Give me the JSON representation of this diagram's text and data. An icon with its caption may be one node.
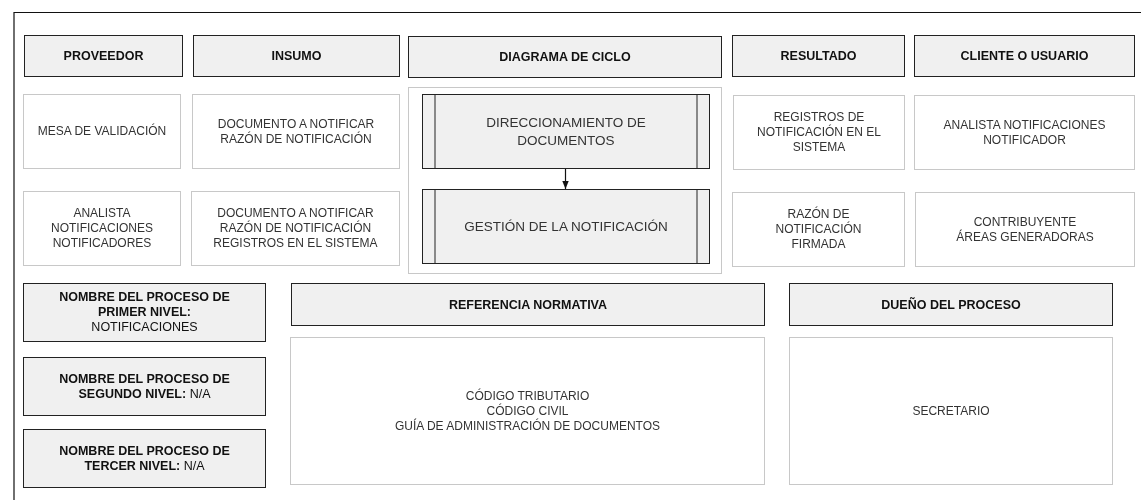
{
  "diagram": {
    "nodes": [
      {
        "text": [
          "PROVEEDOR"
        ]
      },
      {
        "text": [
          "INSUMO"
        ]
      },
      {
        "text": [
          "DIAGRAMA DE CICLO"
        ]
      },
      {
        "text": [
          "RESULTADO"
        ]
      },
      {
        "text": [
          "CLIENTE O USUARIO"
        ]
      },
      {
        "text": [
          "MESA DE VALIDACIÓN"
        ]
      },
      {
        "text": [
          "DOCUMENTO A NOTIFICAR",
          "RAZÓN DE NOTIFICACIÓN"
        ]
      },
      {
        "text": [],
        "shape": "box"
      },
      {
        "text": [
          "DIRECCIONAMIENTO DE DOCUMENTOS"
        ],
        "in": 7
      },
      {
        "text": [
          "GESTIÓN DE LA NOTIFICACIÓN"
        ],
        "in": 7
      },
      {
        "text": [
          "REGISTROS DE NOTIFICACIÓN EN EL SISTEMA"
        ]
      },
      {
        "text": [
          "ANALISTA NOTIFICACIONES",
          "NOTIFICADOR"
        ]
      },
      {
        "text": [
          "ANALISTA NOTIFICACIONES",
          "NOTIFICADORES"
        ]
      },
      {
        "text": [
          "DOCUMENTO A NOTIFICAR",
          "RAZÓN DE NOTIFICACIÓN",
          "REGISTROS EN EL SISTEMA"
        ]
      },
      {
        "text": [
          "RAZÓN DE NOTIFICACIÓN FIRMADA"
        ]
      },
      {
        "text": [
          "CONTRIBUYENTE",
          "ÁREAS GENERADORAS"
        ]
      },
      {
        "text": [
          "**NOMBRE DEL PROCESO DE PRIMER NIVEL:** NOTIFICACIONES"
        ]
      },
      {
        "text": [
          "REFERENCIA NORMATIVA"
        ]
      },
      {
        "text": [
          "DUEÑO DEL PROCESO"
        ]
      },
      {
        "text": [
          "CÓDIGO TRIBUTARIO",
          "CÓDIGO CIVIL",
          "GUÍA DE ADMINISTRACIÓN DE DOCUMENTOS"
        ]
      },
      {
        "text": [
          "SECRETARIO"
        ]
      },
      {
        "text": [
          "**NOMBRE DEL PROCESO DE SEGUNDO NIVEL:** N/A"
        ]
      },
      {
        "text": [
          "**NOMBRE DEL PROCESO DE TERCER NIVEL:** N/A"
        ]
      }
    ],
    "edges": [
      {
        "from": 8,
        "to": 9,
        "arrow": "to"
      }
    ]
  }
}
